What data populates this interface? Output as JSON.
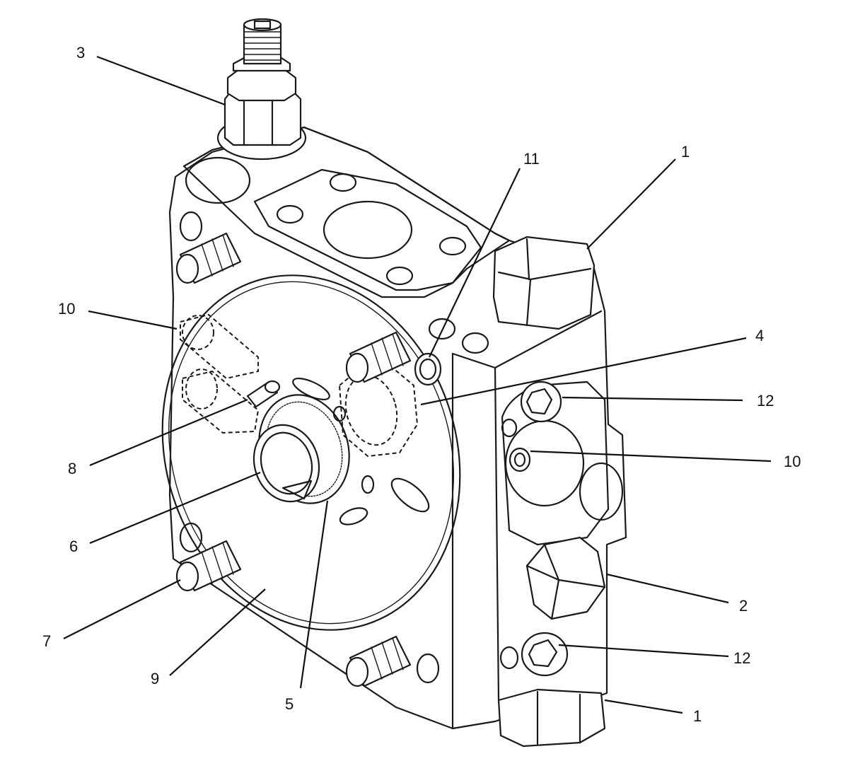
{
  "callouts": {
    "c1_top": "1",
    "c1_bottom": "1",
    "c2": "2",
    "c3": "3",
    "c4": "4",
    "c5": "5",
    "c6": "6",
    "c7": "7",
    "c8": "8",
    "c9": "9",
    "c10_left": "10",
    "c10_right": "10",
    "c11": "11",
    "c12_upper": "12",
    "c12_lower": "12"
  }
}
